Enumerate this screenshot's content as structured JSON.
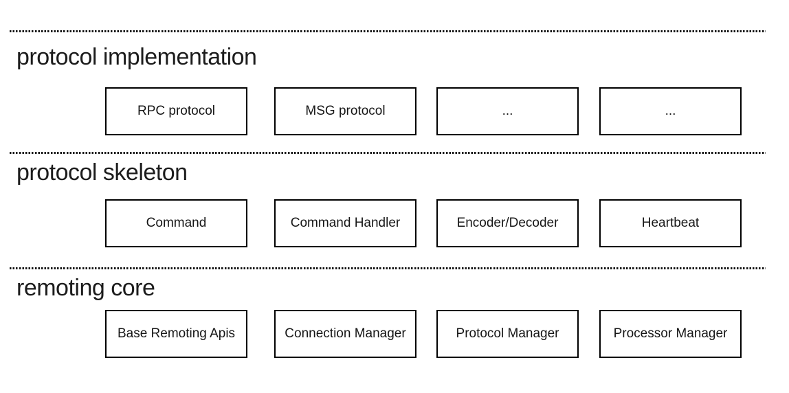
{
  "diagram": {
    "kind": "layered-architecture",
    "colors": {
      "background": "#ffffff",
      "divider": "#141414",
      "box_border": "#000000",
      "text": "#1c1c1c"
    },
    "sections": [
      {
        "title": "protocol implementation",
        "boxes": [
          "RPC protocol",
          "MSG protocol",
          "...",
          "..."
        ]
      },
      {
        "title": "protocol skeleton",
        "boxes": [
          "Command",
          "Command Handler",
          "Encoder/Decoder",
          "Heartbeat"
        ]
      },
      {
        "title": "remoting core",
        "boxes": [
          "Base Remoting Apis",
          "Connection Manager",
          "Protocol Manager",
          "Processor Manager"
        ]
      }
    ]
  }
}
